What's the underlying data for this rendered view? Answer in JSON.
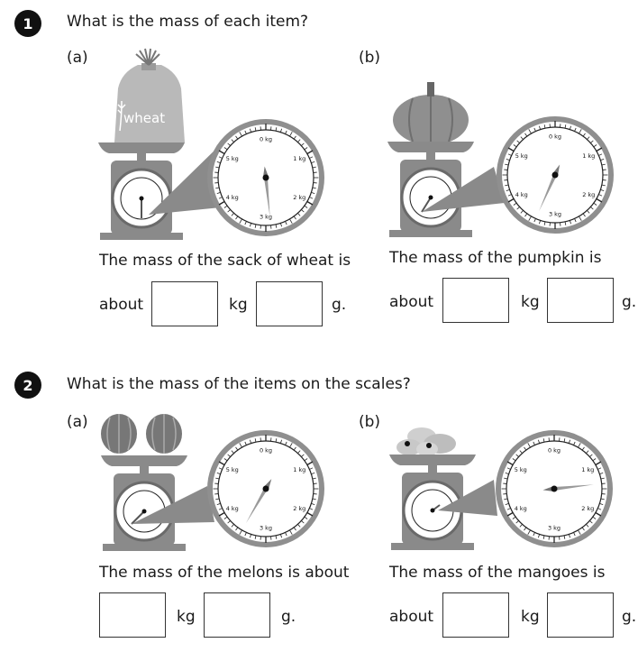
{
  "q1": {
    "number": "1",
    "question": "What is the mass of each item?",
    "a": {
      "part_label": "(a)",
      "item_label": "wheat",
      "sentence": "The mass of the sack of wheat is",
      "about": "about",
      "unit1": "kg",
      "unit2": "g.",
      "reading_kg": 2.9
    },
    "b": {
      "part_label": "(b)",
      "sentence": "The mass of the pumpkin is",
      "about": "about",
      "unit1": "kg",
      "unit2": "g.",
      "reading_kg": 3.4
    }
  },
  "q2": {
    "number": "2",
    "question": "What is the mass of the items on the scales?",
    "a": {
      "part_label": "(a)",
      "sentence": "The mass of the melons is about",
      "unit1": "kg",
      "unit2": "g.",
      "reading_kg": 3.5
    },
    "b": {
      "part_label": "(b)",
      "sentence": "The mass of the mangoes is",
      "about": "about",
      "unit1": "kg",
      "unit2": "g.",
      "reading_kg": 1.4
    }
  },
  "dial": {
    "labels": [
      "0 kg",
      "1 kg",
      "2 kg",
      "3 kg",
      "4 kg",
      "5 kg"
    ]
  }
}
